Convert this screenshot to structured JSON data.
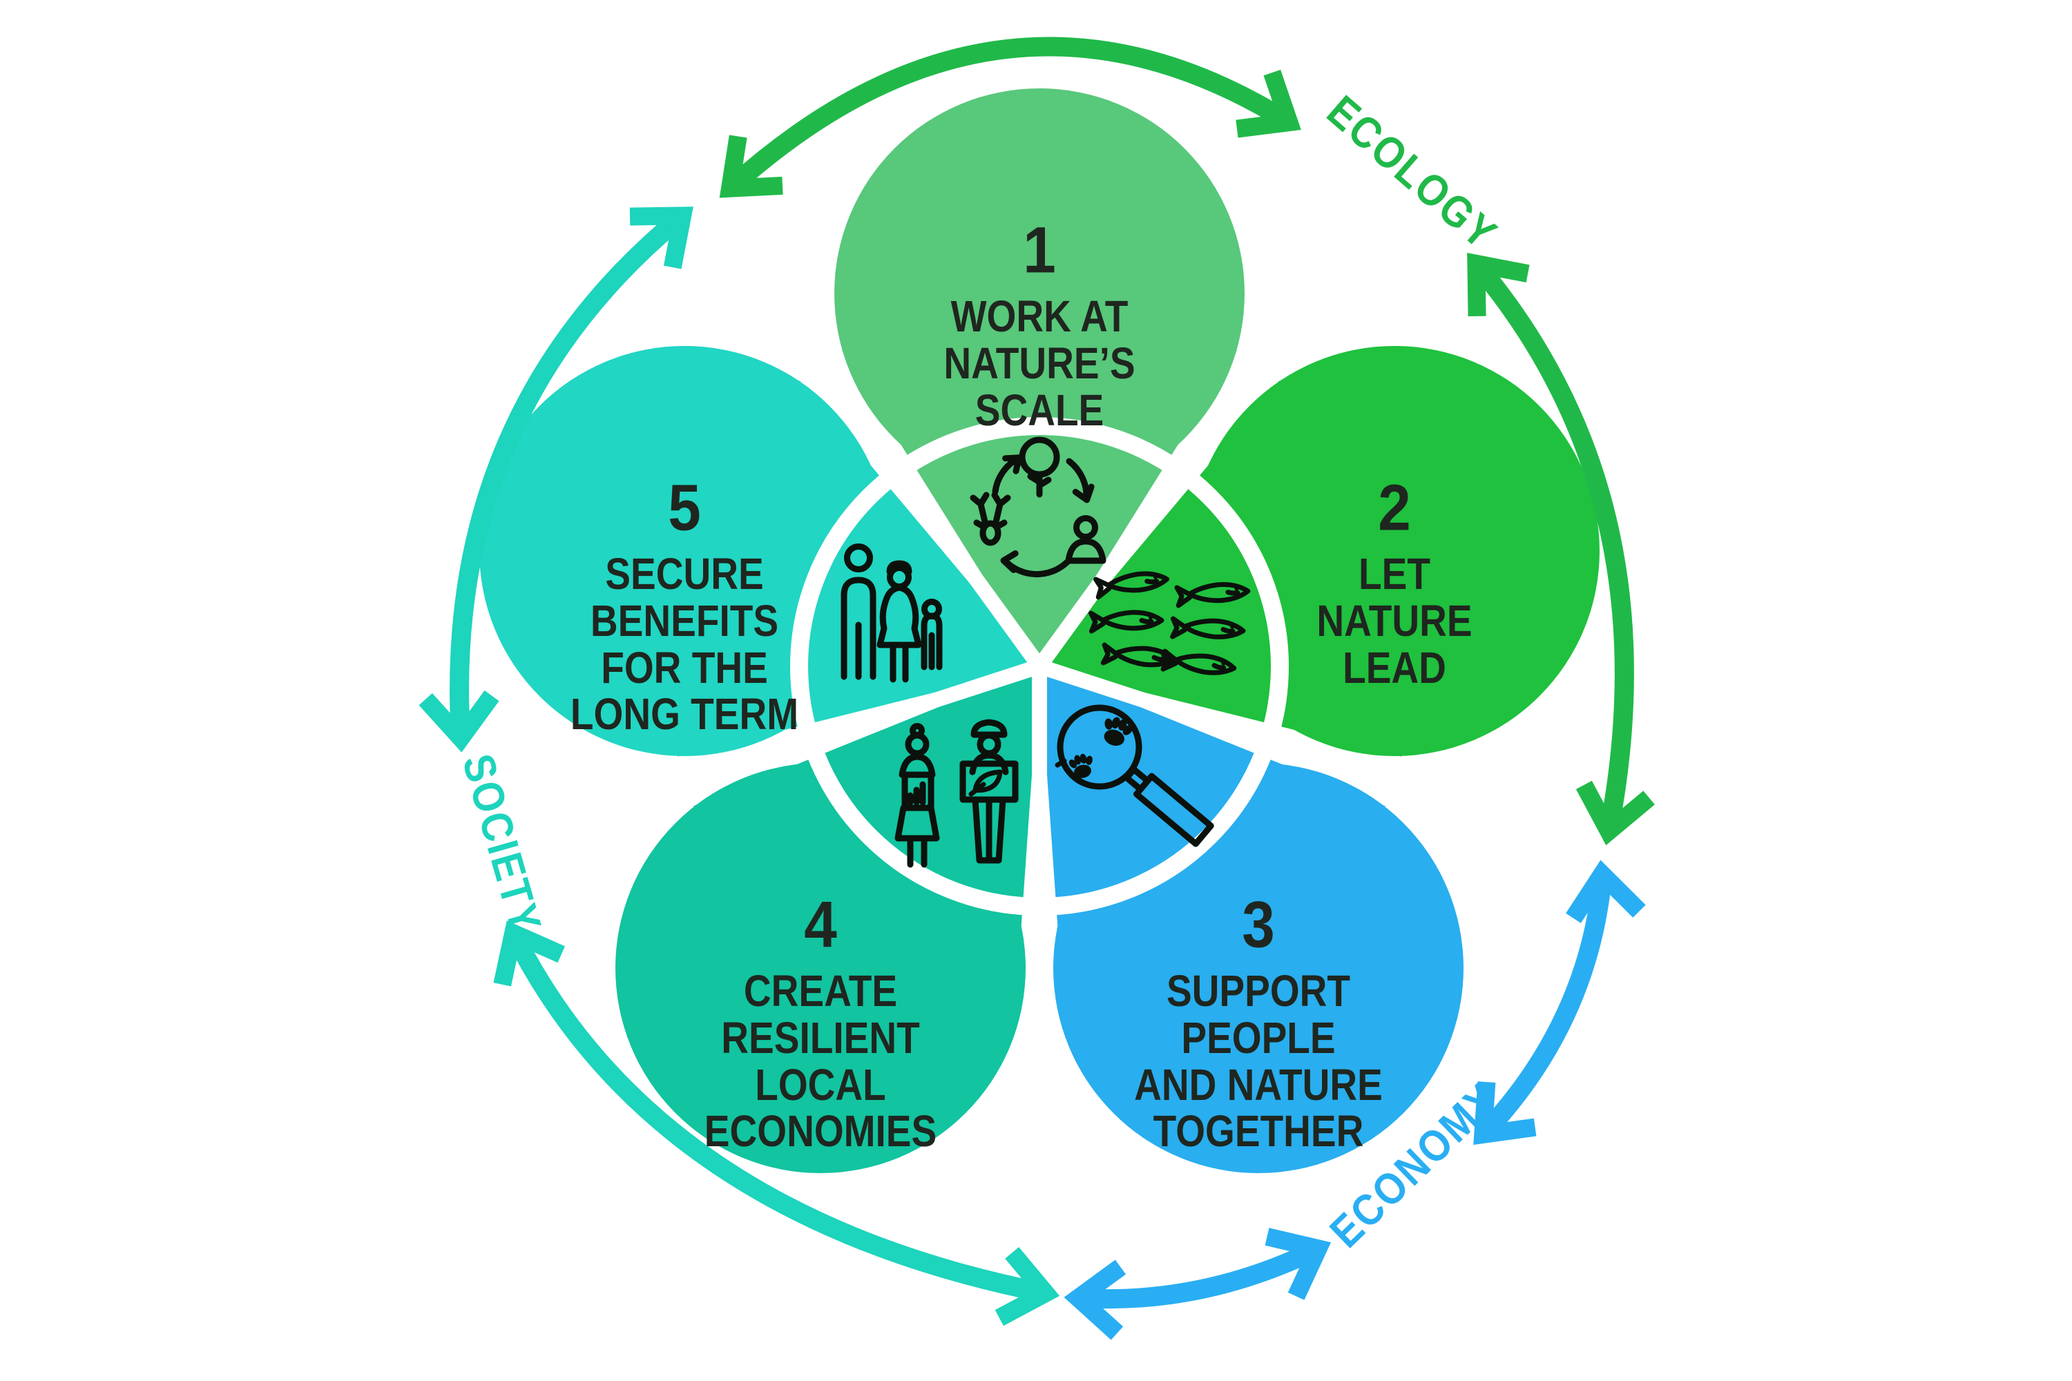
{
  "diagram": {
    "background": "#ffffff",
    "label_color": "#1f261f",
    "icon_stroke": "#0c110c",
    "petals": [
      {
        "number": "1",
        "label": "WORK AT\nNATURE’S\nSCALE",
        "color": "#58c87b",
        "icon": "nutrient-cycle-icon"
      },
      {
        "number": "2",
        "label": "LET\nNATURE\nLEAD",
        "color": "#1fc13e",
        "icon": "fish-school-icon"
      },
      {
        "number": "3",
        "label": "SUPPORT\nPEOPLE\nAND NATURE\nTOGETHER",
        "color": "#29aeef",
        "icon": "paw-magnifier-icon"
      },
      {
        "number": "4",
        "label": "CREATE\nRESILIENT\nLOCAL\nECONOMIES",
        "color": "#12c4a0",
        "icon": "people-with-signs-icon"
      },
      {
        "number": "5",
        "label": "SECURE\nBENEFITS\nFOR THE\nLONG TERM",
        "color": "#21d6c3",
        "icon": "family-icon"
      }
    ],
    "rings": [
      {
        "label": "ECOLOGY",
        "color": "#20b949"
      },
      {
        "label": "ECONOMY",
        "color": "#29aef3"
      },
      {
        "label": "SOCIETY",
        "color": "#1dd4bc"
      }
    ]
  }
}
